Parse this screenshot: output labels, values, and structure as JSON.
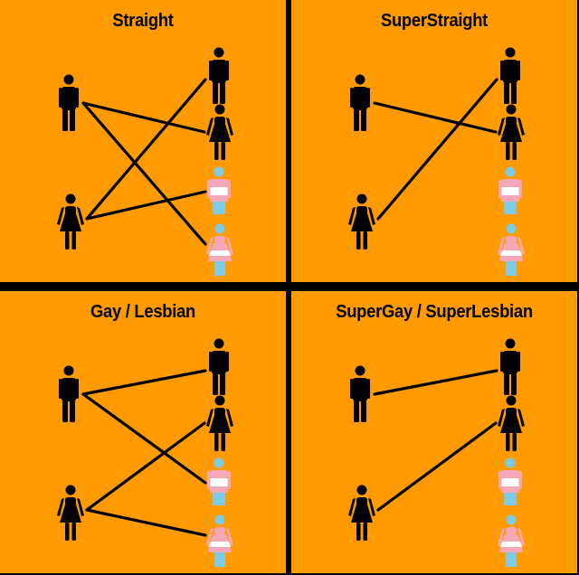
{
  "panels": [
    {
      "title": "Straight",
      "links": [
        [
          "man",
          "woman"
        ],
        [
          "man",
          "trans_woman"
        ],
        [
          "woman",
          "man"
        ],
        [
          "woman",
          "trans_man"
        ]
      ]
    },
    {
      "title": "SuperStraight",
      "links": [
        [
          "man",
          "woman"
        ],
        [
          "woman",
          "man"
        ]
      ]
    },
    {
      "title": "Gay / Lesbian",
      "links": [
        [
          "man",
          "man"
        ],
        [
          "man",
          "trans_man"
        ],
        [
          "woman",
          "woman"
        ],
        [
          "woman",
          "trans_woman"
        ]
      ]
    },
    {
      "title": "SuperGay / SuperLesbian",
      "links": [
        [
          "man",
          "man"
        ],
        [
          "woman",
          "woman"
        ]
      ]
    }
  ],
  "colors": {
    "background": "#ff9a00",
    "figure": "#000000",
    "trans_blue": "#7ecbe8",
    "trans_pink": "#f5a9b8",
    "trans_white": "#ffffff",
    "divider": "#000000"
  },
  "icons": [
    "man-icon",
    "woman-icon",
    "trans-man-icon",
    "trans-woman-icon"
  ]
}
